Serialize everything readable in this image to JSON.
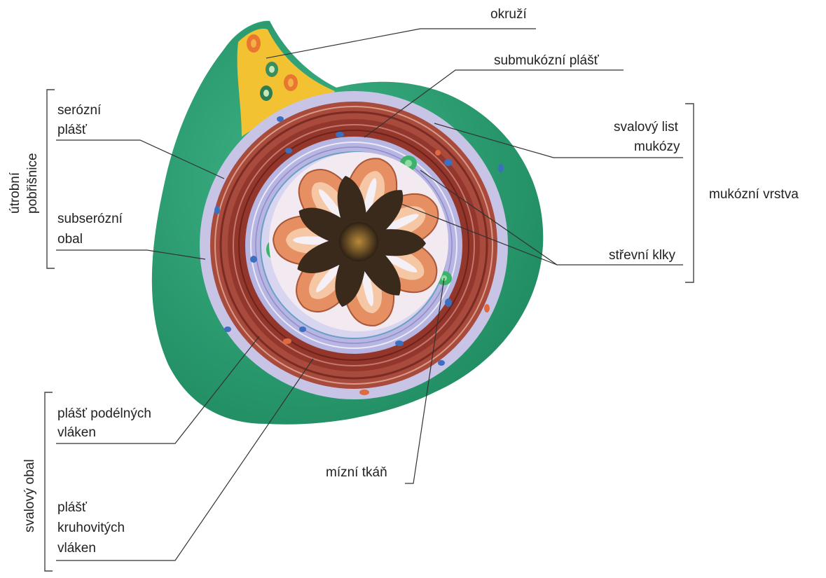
{
  "labels": {
    "okruzi": "okruží",
    "submukozni_plast": "submukózní plášť",
    "serozni_plast_1": "serózní",
    "serozni_plast_2": "plášť",
    "utrobni_pobrisnice_1": "útrobní",
    "utrobni_pobrisnice_2": "pobřišnice",
    "subserozni_obal_1": "subserózní",
    "subserozni_obal_2": "obal",
    "svalovy_list_mukozy_1": "svalový list",
    "svalovy_list_mukozy_2": "mukózy",
    "mukozni_vrstva": "mukózní vrstva",
    "strevni_klky": "střevní klky",
    "plast_podelnych_1": "plášť podélných",
    "plast_podelnych_2": "vláken",
    "svalovy_obal": "svalový obal",
    "mizni_tkan": "mízní tkáň",
    "plast_kruhovitych_1": "plášť",
    "plast_kruhovitych_2": "kruhovitých",
    "plast_kruhovitych_3": "vláken"
  },
  "colors": {
    "serosa_green": "#2e9e74",
    "mesentery_yellow": "#f2c233",
    "submucosa_lavender": "#b9b7e2",
    "muscle_red": "#9c3b32",
    "mucosa_peach": "#e58f63",
    "lumen_dark": "#3a2a1c",
    "lymph_green": "#3bb36a"
  }
}
